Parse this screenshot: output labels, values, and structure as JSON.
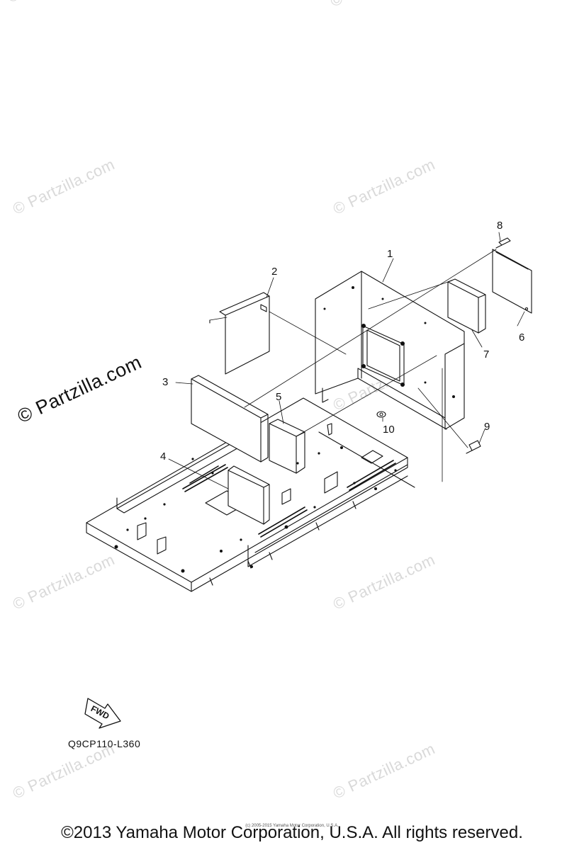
{
  "watermark": {
    "text": "© Partzilla.com"
  },
  "callouts": [
    "1",
    "2",
    "3",
    "4",
    "5",
    "6",
    "7",
    "8",
    "9",
    "10"
  ],
  "fwd_badge": {
    "text": "FWD"
  },
  "diagram_code": "Q9CP110-L360",
  "fine_print": "(c) 2005-2015 Yamaha Motor Corporation, U.S.A.",
  "copyright": "©2013 Yamaha Motor Corporation, U.S.A. All rights reserved."
}
